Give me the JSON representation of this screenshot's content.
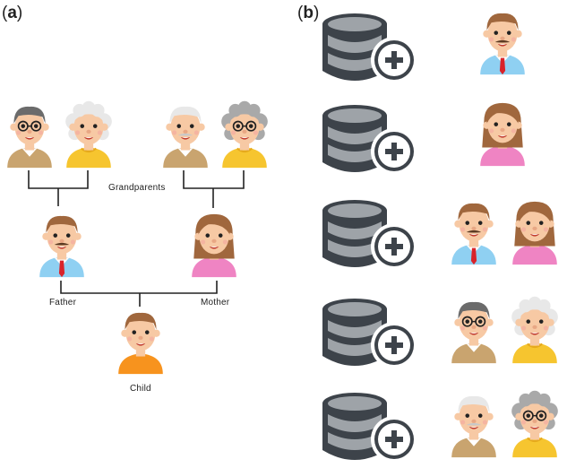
{
  "panels": {
    "a": {
      "open": "(",
      "letter": "a",
      "close": ")"
    },
    "b": {
      "open": "(",
      "letter": "b",
      "close": ")"
    }
  },
  "tree_labels": {
    "grandparents": "Grandparents",
    "father": "Father",
    "mother": "Mother",
    "child": "Child"
  },
  "icons": {
    "database": "database-add-icon",
    "grandfather_glasses": "grandfather-glasses-avatar-icon",
    "grandmother_white": "grandmother-white-hair-avatar-icon",
    "grandfather_mustache": "grandfather-mustache-avatar-icon",
    "grandmother_gray": "grandmother-gray-hair-glasses-avatar-icon",
    "father": "father-avatar-icon",
    "mother": "mother-avatar-icon",
    "child": "child-avatar-icon"
  },
  "panel_b_rows": [
    {
      "people": [
        "father"
      ]
    },
    {
      "people": [
        "mother"
      ]
    },
    {
      "people": [
        "father",
        "mother"
      ]
    },
    {
      "people": [
        "grandfather_glasses",
        "grandmother_white"
      ]
    },
    {
      "people": [
        "grandfather_mustache",
        "grandmother_gray"
      ]
    }
  ],
  "colors": {
    "line": "#222222",
    "db_dark": "#3d434a",
    "db_light": "#9ea3a8",
    "skin": "#f7c9a4",
    "father_shirt": "#8fd0f2",
    "tie": "#d8232a",
    "mother_shirt": "#ef84c3",
    "child_shirt": "#f7931e",
    "gp_shirt": "#c9a46f",
    "gm_shirt": "#f6c52f",
    "brown_hair": "#a0673d",
    "dark_hair": "#6b6b6b",
    "white_hair": "#e8e8e8",
    "gray_hair": "#a9a9a9"
  }
}
